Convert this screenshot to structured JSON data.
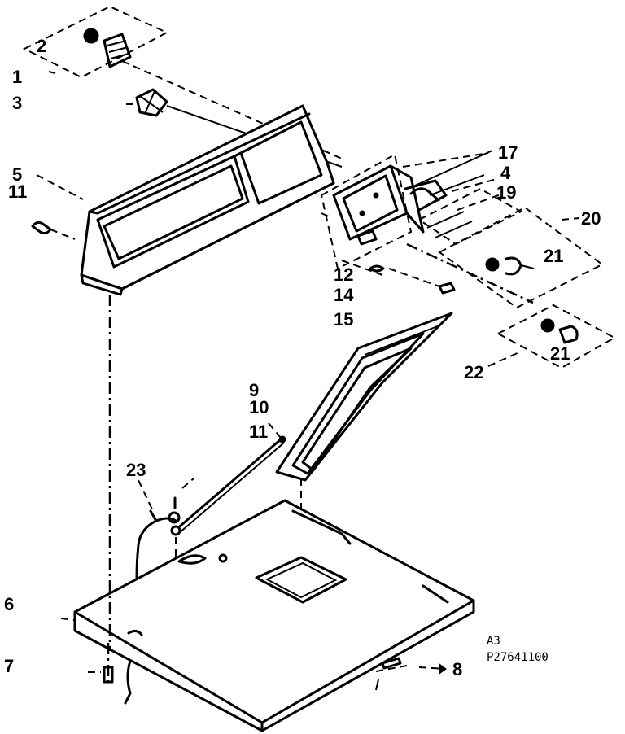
{
  "callouts": {
    "c1": "1",
    "c2": "2",
    "c3": "3",
    "c4": "4",
    "c5": "5",
    "c6": "6",
    "c7": "7",
    "c8": "8",
    "c9": "9",
    "c10": "10",
    "c11a": "11",
    "c11b": "11",
    "c12": "12",
    "c14": "14",
    "c15": "15",
    "c17": "17",
    "c19": "19",
    "c20": "20",
    "c21a": "21",
    "c21b": "21",
    "c22": "22",
    "c23": "23"
  },
  "drawing_code": {
    "line1": "A3",
    "line2": "P27641100"
  }
}
